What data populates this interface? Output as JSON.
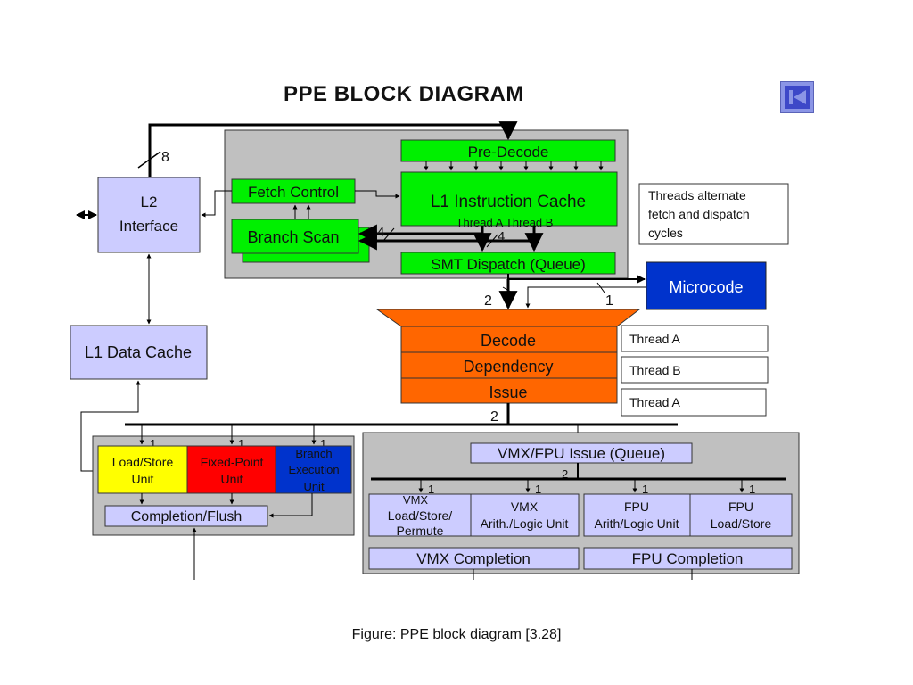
{
  "title": "PPE BLOCK DIAGRAM",
  "caption": "Figure: PPE block diagram [3.28]",
  "back_button": {
    "icon": "skip-back-icon",
    "color": "#8b95e6"
  },
  "colors": {
    "green": "#00f000",
    "orange": "#ff6600",
    "lavender": "#ccccff",
    "gray": "#c0c0c0",
    "blue": "#0033cc",
    "yellow": "#ffff00",
    "red": "#ff0000"
  },
  "blocks": {
    "l2_interface": [
      "L2",
      "Interface"
    ],
    "fetch_control": "Fetch Control",
    "branch_scan": "Branch Scan",
    "pre_decode": "Pre-Decode",
    "l1_icache": "L1 Instruction Cache",
    "l1_icache_threads": "Thread A  Thread B",
    "smt_dispatch": "SMT Dispatch (Queue)",
    "threads_note": [
      "Threads alternate",
      "fetch and dispatch",
      "cycles"
    ],
    "microcode": "Microcode",
    "l1_dcache": "L1 Data Cache",
    "decode": "Decode",
    "dependency": "Dependency",
    "issue": "Issue",
    "stage_threads": [
      "Thread A",
      "Thread B",
      "Thread A"
    ],
    "load_store": [
      "Load/Store",
      "Unit"
    ],
    "fixed_point": [
      "Fixed-Point",
      "Unit"
    ],
    "branch_exec": [
      "Branch",
      "Execution",
      "Unit"
    ],
    "completion_flush": "Completion/Flush",
    "vmx_fpu_issue": "VMX/FPU Issue (Queue)",
    "vmx_lsp": [
      "VMX",
      "Load/Store/",
      "Permute"
    ],
    "vmx_alu": [
      "VMX",
      "Arith./Logic Unit"
    ],
    "fpu_alu": [
      "FPU",
      "Arith/Logic Unit"
    ],
    "fpu_ls": [
      "FPU",
      "Load/Store"
    ],
    "vmx_completion": "VMX Completion",
    "fpu_completion": "FPU Completion"
  },
  "labels": {
    "bus_width_8": "8",
    "branch_width_4a": "4",
    "branch_width_4b": "4",
    "dispatch_width_2": "2",
    "microcode_width_1": "1",
    "issue_width_2": "2",
    "vmx_fpu_width_2": "2",
    "unit_width_1": "1"
  }
}
